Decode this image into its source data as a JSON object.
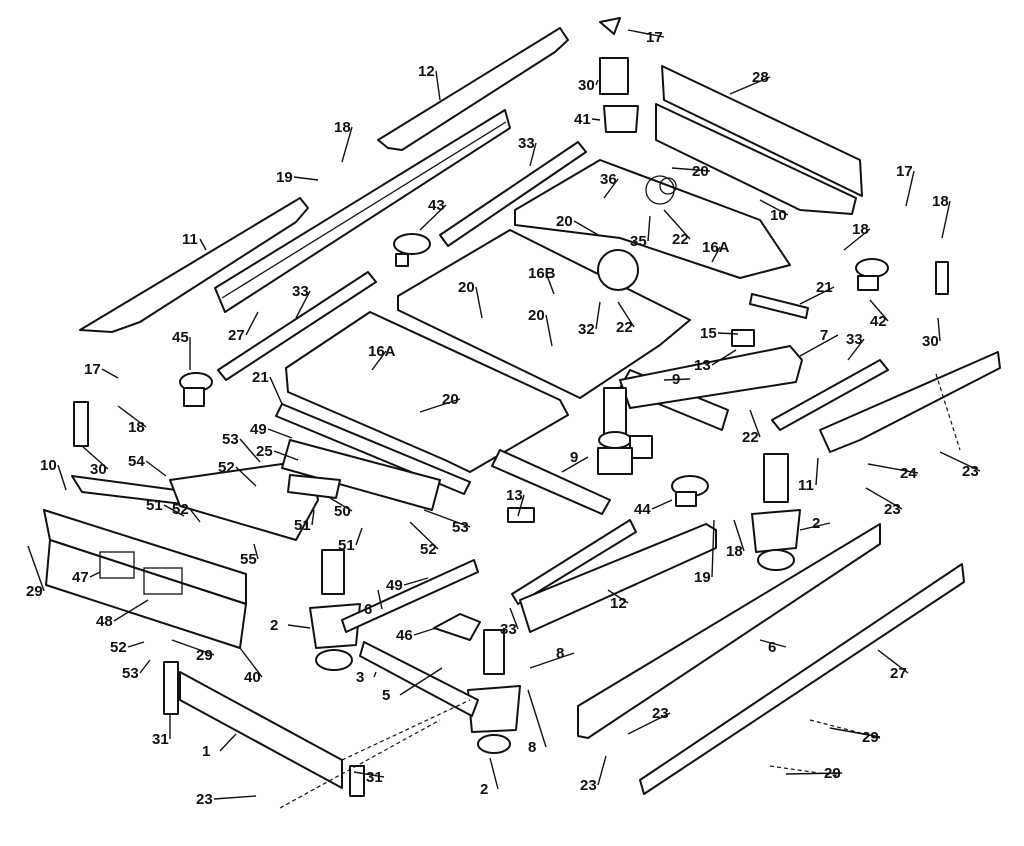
{
  "diagram": {
    "callouts": [
      {
        "id": "c-17a",
        "text": "17"
      },
      {
        "id": "c-12a",
        "text": "12"
      },
      {
        "id": "c-30a",
        "text": "30"
      },
      {
        "id": "c-28",
        "text": "28"
      },
      {
        "id": "c-41",
        "text": "41"
      },
      {
        "id": "c-18a",
        "text": "18"
      },
      {
        "id": "c-19a",
        "text": "19"
      },
      {
        "id": "c-33a",
        "text": "33"
      },
      {
        "id": "c-20a",
        "text": "20"
      },
      {
        "id": "c-36",
        "text": "36"
      },
      {
        "id": "c-10a",
        "text": "10"
      },
      {
        "id": "c-17b",
        "text": "17"
      },
      {
        "id": "c-18b",
        "text": "18"
      },
      {
        "id": "c-11a",
        "text": "11"
      },
      {
        "id": "c-43",
        "text": "43"
      },
      {
        "id": "c-20b",
        "text": "20"
      },
      {
        "id": "c-35",
        "text": "35"
      },
      {
        "id": "c-22a",
        "text": "22"
      },
      {
        "id": "c-16Aa",
        "text": "16A"
      },
      {
        "id": "c-18c",
        "text": "18"
      },
      {
        "id": "c-16B",
        "text": "16B"
      },
      {
        "id": "c-21a",
        "text": "21"
      },
      {
        "id": "c-33b",
        "text": "33"
      },
      {
        "id": "c-20c",
        "text": "20"
      },
      {
        "id": "c-42",
        "text": "42"
      },
      {
        "id": "c-30b",
        "text": "30"
      },
      {
        "id": "c-27a",
        "text": "27"
      },
      {
        "id": "c-20d",
        "text": "20"
      },
      {
        "id": "c-32",
        "text": "32"
      },
      {
        "id": "c-22b",
        "text": "22"
      },
      {
        "id": "c-15",
        "text": "15"
      },
      {
        "id": "c-45",
        "text": "45"
      },
      {
        "id": "c-16Ab",
        "text": "16A"
      },
      {
        "id": "c-7",
        "text": "7"
      },
      {
        "id": "c-33c",
        "text": "33"
      },
      {
        "id": "c-13a",
        "text": "13"
      },
      {
        "id": "c-17c",
        "text": "17"
      },
      {
        "id": "c-9a",
        "text": "9"
      },
      {
        "id": "c-21b",
        "text": "21"
      },
      {
        "id": "c-18d",
        "text": "18"
      },
      {
        "id": "c-20e",
        "text": "20"
      },
      {
        "id": "c-22c",
        "text": "22"
      },
      {
        "id": "c-49a",
        "text": "49"
      },
      {
        "id": "c-53a",
        "text": "53"
      },
      {
        "id": "c-25",
        "text": "25"
      },
      {
        "id": "c-30c",
        "text": "30"
      },
      {
        "id": "c-9b",
        "text": "9"
      },
      {
        "id": "c-24",
        "text": "24"
      },
      {
        "id": "c-23a",
        "text": "23"
      },
      {
        "id": "c-11b",
        "text": "11"
      },
      {
        "id": "c-54",
        "text": "54"
      },
      {
        "id": "c-52a",
        "text": "52"
      },
      {
        "id": "c-10b",
        "text": "10"
      },
      {
        "id": "c-13b",
        "text": "13"
      },
      {
        "id": "c-23b",
        "text": "23"
      },
      {
        "id": "c-51a",
        "text": "51"
      },
      {
        "id": "c-52b",
        "text": "52"
      },
      {
        "id": "c-50",
        "text": "50"
      },
      {
        "id": "c-51b",
        "text": "51"
      },
      {
        "id": "c-53b",
        "text": "53"
      },
      {
        "id": "c-44",
        "text": "44"
      },
      {
        "id": "c-2a",
        "text": "2"
      },
      {
        "id": "c-51c",
        "text": "51"
      },
      {
        "id": "c-52c",
        "text": "52"
      },
      {
        "id": "c-18e",
        "text": "18"
      },
      {
        "id": "c-55",
        "text": "55"
      },
      {
        "id": "c-29a",
        "text": "29"
      },
      {
        "id": "c-47",
        "text": "47"
      },
      {
        "id": "c-49b",
        "text": "49"
      },
      {
        "id": "c-19b",
        "text": "19"
      },
      {
        "id": "c-6a",
        "text": "6"
      },
      {
        "id": "c-48",
        "text": "48"
      },
      {
        "id": "c-2b",
        "text": "2"
      },
      {
        "id": "c-12b",
        "text": "12"
      },
      {
        "id": "c-33d",
        "text": "33"
      },
      {
        "id": "c-52d",
        "text": "52"
      },
      {
        "id": "c-29b",
        "text": "29"
      },
      {
        "id": "c-46",
        "text": "46"
      },
      {
        "id": "c-6b",
        "text": "6"
      },
      {
        "id": "c-53c",
        "text": "53"
      },
      {
        "id": "c-40",
        "text": "40"
      },
      {
        "id": "c-8a",
        "text": "8"
      },
      {
        "id": "c-27b",
        "text": "27"
      },
      {
        "id": "c-3",
        "text": "3"
      },
      {
        "id": "c-5",
        "text": "5"
      },
      {
        "id": "c-8b",
        "text": "8"
      },
      {
        "id": "c-23c",
        "text": "23"
      },
      {
        "id": "c-31a",
        "text": "31"
      },
      {
        "id": "c-1",
        "text": "1"
      },
      {
        "id": "c-29c",
        "text": "29"
      },
      {
        "id": "c-31b",
        "text": "31"
      },
      {
        "id": "c-2c",
        "text": "2"
      },
      {
        "id": "c-23d",
        "text": "23"
      },
      {
        "id": "c-29d",
        "text": "29"
      },
      {
        "id": "c-23e",
        "text": "23"
      }
    ]
  }
}
